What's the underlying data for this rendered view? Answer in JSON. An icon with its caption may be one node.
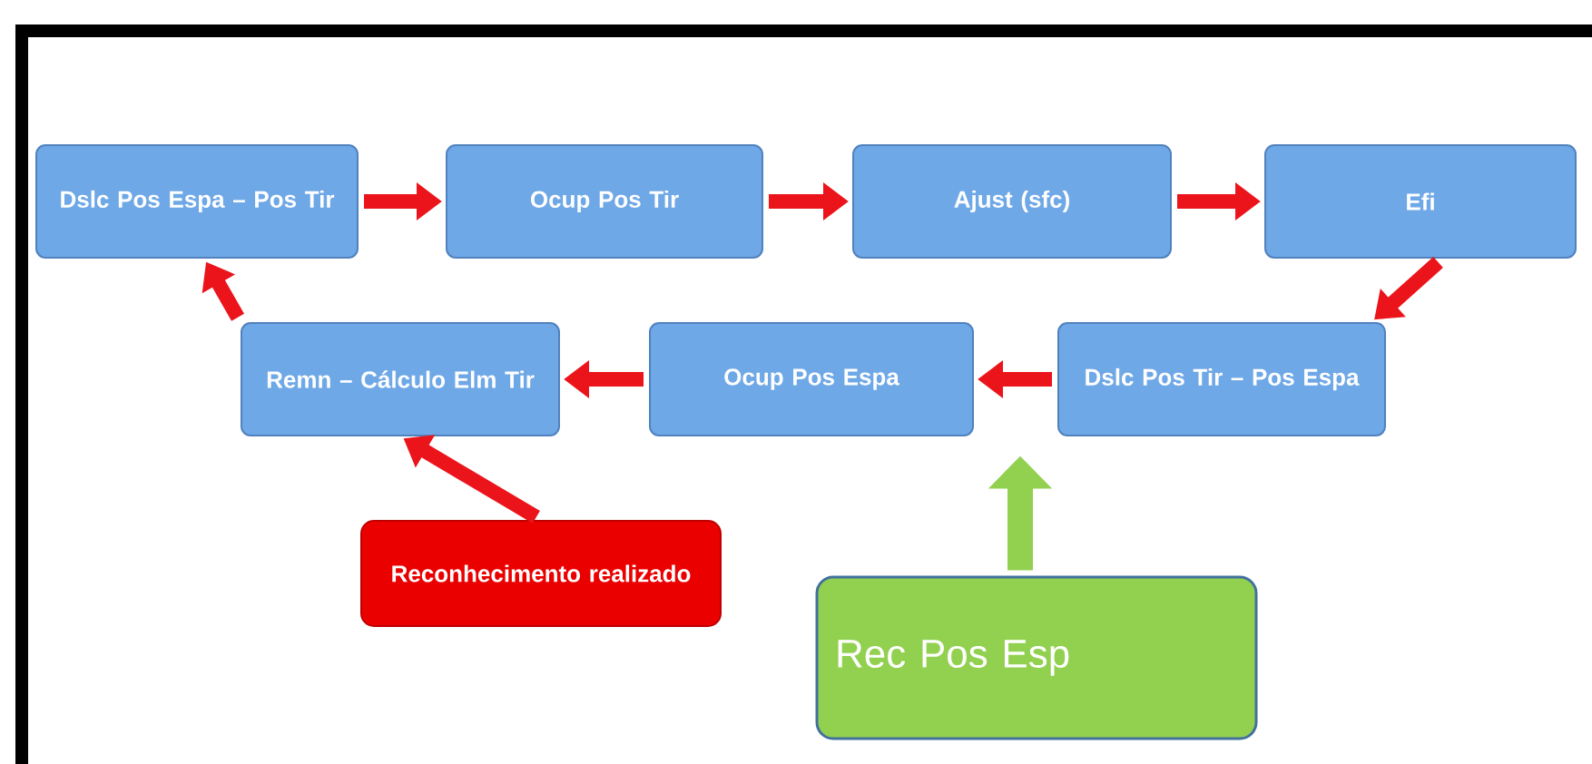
{
  "diagram": {
    "nodes": [
      {
        "text": [
          "Dslc Pos Espa – Pos Tir"
        ]
      },
      {
        "text": [
          "Ocup Pos Tir"
        ]
      },
      {
        "text": [
          "Ajust (sfc)"
        ]
      },
      {
        "text": [
          "Efi"
        ]
      },
      {
        "text": [
          "Dslc Pos Tir – Pos Espa"
        ]
      },
      {
        "text": [
          "Ocup Pos Espa"
        ]
      },
      {
        "text": [
          "Remn – Cálculo Elm Tir"
        ]
      },
      {
        "text": [
          "Reconhecimento realizado"
        ]
      },
      {
        "text": [
          "Rec Pos Esp"
        ]
      }
    ],
    "edges": [
      {
        "from": 0,
        "to": 1,
        "arrow": "to"
      },
      {
        "from": 1,
        "to": 2,
        "arrow": "to"
      },
      {
        "from": 2,
        "to": 3,
        "arrow": "to"
      },
      {
        "from": 3,
        "to": 4,
        "arrow": "to"
      },
      {
        "from": 4,
        "to": 5,
        "arrow": "to"
      },
      {
        "from": 5,
        "to": 6,
        "arrow": "to"
      },
      {
        "from": 6,
        "to": 0,
        "arrow": "to"
      },
      {
        "from": 7,
        "to": 6,
        "arrow": "to"
      },
      {
        "from": 8,
        "to": null,
        "arrow": "to",
        "color": "#92d050"
      }
    ]
  }
}
